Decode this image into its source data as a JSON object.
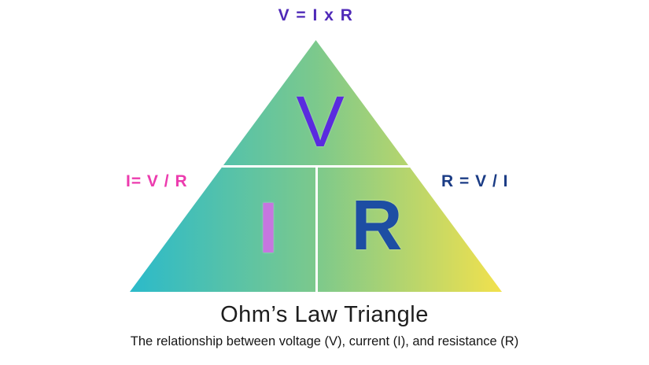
{
  "formulas": {
    "voltage": {
      "text": "V = I x R",
      "color": "#4F29B8"
    },
    "current": {
      "text": "I= V / R",
      "color": "#EC3BAE"
    },
    "resistance": {
      "text": "R = V / I",
      "color": "#1B3C85"
    }
  },
  "triangle": {
    "gradient": {
      "left": "#2BBACA",
      "middle": "#7CC98C",
      "right": "#F2E14D"
    },
    "divider_color": "#FFFFFF",
    "sections": {
      "voltage": {
        "letter": "V",
        "color": "#5A2BDF"
      },
      "current": {
        "letter": "I",
        "color": "#C676DF"
      },
      "resistance": {
        "letter": "R",
        "color": "#1D4EA3"
      }
    }
  },
  "caption": {
    "title": "Ohm’s Law Triangle",
    "subtitle": "The relationship between voltage (V), current (I), and resistance (R)"
  }
}
